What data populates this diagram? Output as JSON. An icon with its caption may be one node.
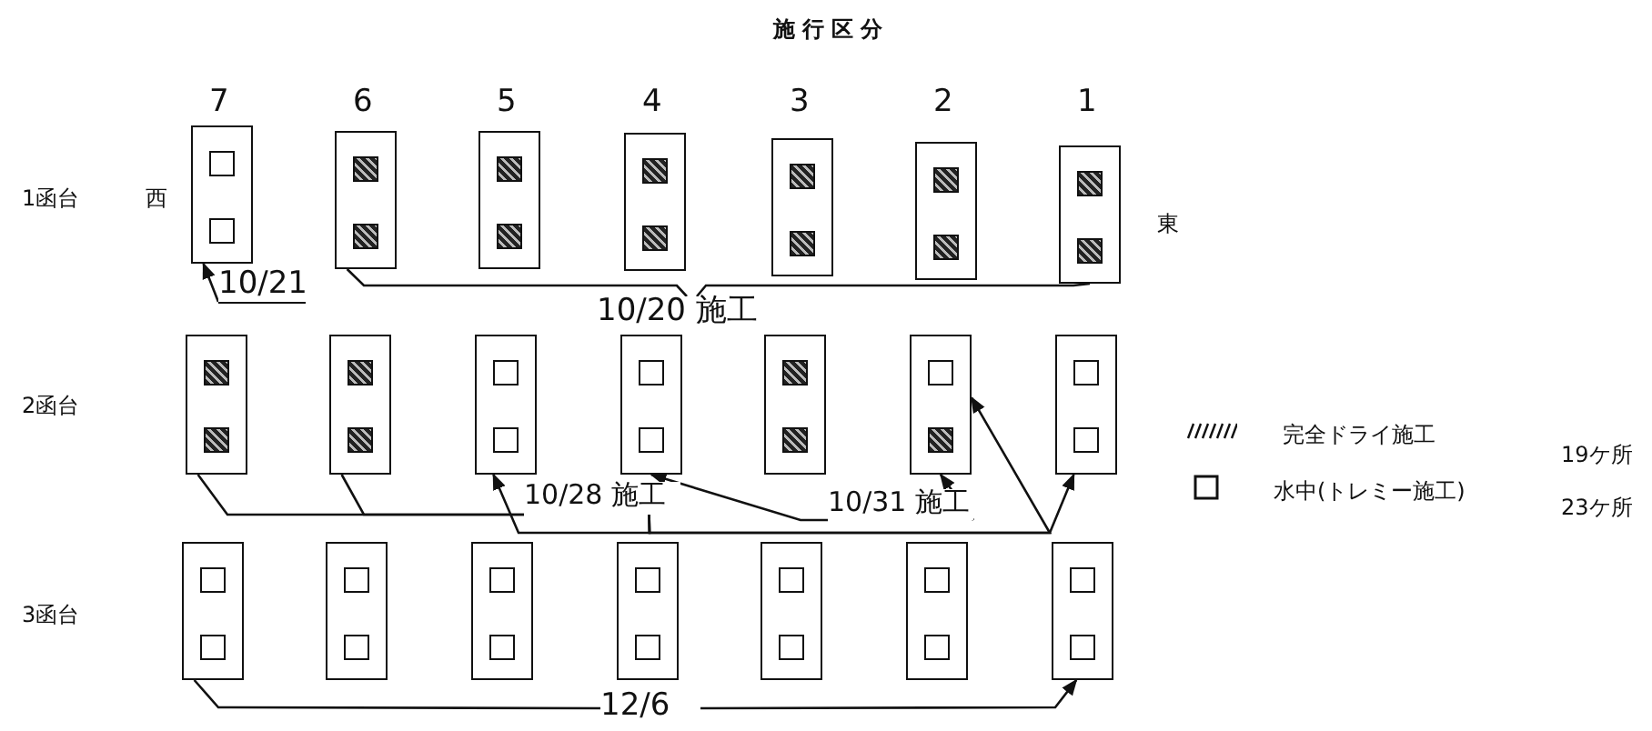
{
  "diagram": {
    "title": "施行区分",
    "nodes": [
      {
        "text": [],
        "shape": "box"
      },
      {
        "text": [],
        "shape": "box"
      },
      {
        "text": [],
        "shape": "box"
      },
      {
        "text": [],
        "shape": "box"
      },
      {
        "text": [],
        "shape": "box"
      },
      {
        "text": [],
        "shape": "box"
      },
      {
        "text": [],
        "shape": "box"
      },
      {
        "text": [
          "10/21"
        ]
      },
      {
        "text": [
          "10/20 施工"
        ]
      },
      {
        "text": [],
        "shape": "box"
      },
      {
        "text": [],
        "shape": "box"
      },
      {
        "text": [],
        "shape": "box"
      },
      {
        "text": [],
        "shape": "box"
      },
      {
        "text": [],
        "shape": "box"
      },
      {
        "text": [],
        "shape": "box"
      },
      {
        "text": [],
        "shape": "box"
      },
      {
        "text": [
          "10/28 施工"
        ]
      },
      {
        "text": [
          "10/31 施工"
        ]
      },
      {
        "text": [],
        "shape": "box"
      },
      {
        "text": [],
        "shape": "box"
      },
      {
        "text": [],
        "shape": "box"
      },
      {
        "text": [],
        "shape": "box"
      },
      {
        "text": [],
        "shape": "box"
      },
      {
        "text": [],
        "shape": "box"
      },
      {
        "text": [],
        "shape": "box"
      },
      {
        "text": [
          "12/6"
        ]
      }
    ],
    "edges": [
      {
        "from": 7,
        "to": 0,
        "arrow": "to"
      },
      {
        "from": 8,
        "to": 1,
        "arrow": "none"
      },
      {
        "from": 8,
        "to": 6,
        "arrow": "none"
      },
      {
        "from": 16,
        "to": 9,
        "arrow": "none"
      },
      {
        "from": 16,
        "to": 10,
        "arrow": "none"
      },
      {
        "from": 16,
        "to": 11,
        "arrow": "to"
      },
      {
        "from": 16,
        "to": 14,
        "arrow": "to"
      },
      {
        "from": 16,
        "to": 15,
        "arrow": "to"
      },
      {
        "from": 17,
        "to": 12,
        "arrow": "to"
      },
      {
        "from": 17,
        "to": 14,
        "arrow": "to"
      },
      {
        "from": 25,
        "to": 18,
        "arrow": "none"
      },
      {
        "from": 25,
        "to": 24,
        "arrow": "to"
      }
    ],
    "labels": [
      "7",
      "6",
      "5",
      "4",
      "3",
      "2",
      "1",
      "1函台",
      "西",
      "東",
      "2函台",
      "3函台",
      "19ケ所",
      "23ケ所"
    ],
    "legend": [
      {
        "text": "完全ドライ施工"
      },
      {
        "text": "水中(トレミー施工)"
      }
    ]
  }
}
